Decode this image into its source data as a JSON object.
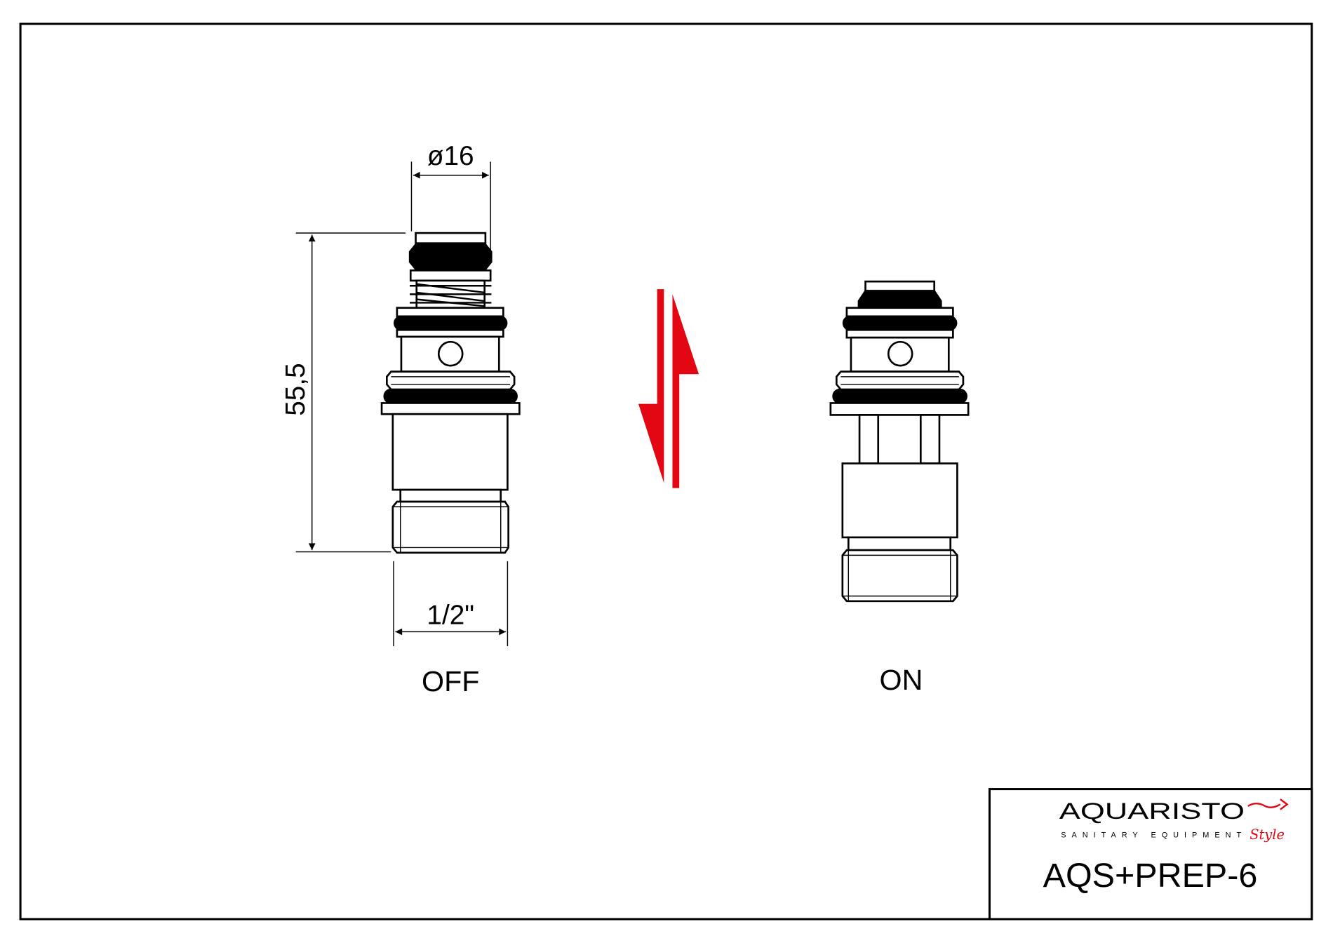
{
  "drawing": {
    "dimensions": {
      "diameter": "ø16",
      "height": "55,5",
      "thread": "1/2\""
    },
    "states": {
      "off_label": "OFF",
      "on_label": "ON"
    }
  },
  "title_block": {
    "logo": {
      "brand": "AQUARISTO",
      "tagline": "SANITARY EQUIPMENT",
      "script": "Style"
    },
    "product_code": "AQS+PREP-6"
  },
  "colors": {
    "accent_red": "#e30613",
    "line": "#000000"
  }
}
